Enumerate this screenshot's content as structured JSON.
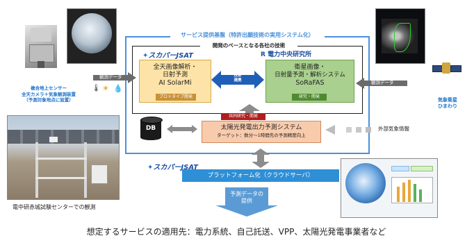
{
  "service_platform": {
    "title": "サービス提供基盤（特許出願技術の実用システム化）"
  },
  "dev_base": {
    "title": "開発のベースとなる各社の技術"
  },
  "sensor": {
    "line1": "複合地上センサー",
    "line2": "全天カメラ＋気象観測装置",
    "line3": "（予測対象地点に設置）"
  },
  "field_photo": {
    "caption": "電中研赤城試験センターでの観測"
  },
  "arrows": {
    "obs_left": "観測データ",
    "obs_right": "観測データ"
  },
  "skyperfect": {
    "logo": "スカパーJSAT"
  },
  "criepi": {
    "logo": "電力中央研究所"
  },
  "left_box": {
    "line1": "全天画像解析・",
    "line2": "日射予測",
    "line3": "AI SolarMi",
    "badge": "プロトタイプ開発"
  },
  "right_box": {
    "line1": "衛星画像・",
    "line2": "日射量予測・解析システム",
    "line3": "SoRaFAS",
    "badge": "研究・開発"
  },
  "tech_link": {
    "line1": "技術",
    "line2": "連携"
  },
  "db": {
    "label": "DB"
  },
  "joint": {
    "label": "共同研究・開発"
  },
  "forecast": {
    "title": "太陽光発電出力予測システム",
    "target": "ターゲット：数分～1時間先の予測精度向上"
  },
  "external": {
    "label": "外部気象情報"
  },
  "satellite": {
    "line1": "気象衛星",
    "line2": "ひまわり"
  },
  "platform": {
    "label": "プラットフォーム化（クラウドサーバ）"
  },
  "provide": {
    "line1": "予測データの",
    "line2": "提供"
  },
  "footer": {
    "text": "想定するサービスの適用先：電力系統、自己託送、VPP、太陽光発電事業者など"
  },
  "colors": {
    "frame": "#4a90d9",
    "orange_box": "#fde3a7",
    "green_box": "#a9d08e",
    "forecast_box": "#f8cbad",
    "platform": "#2e8fd6",
    "arrow_gray": "#8c8c8c"
  }
}
